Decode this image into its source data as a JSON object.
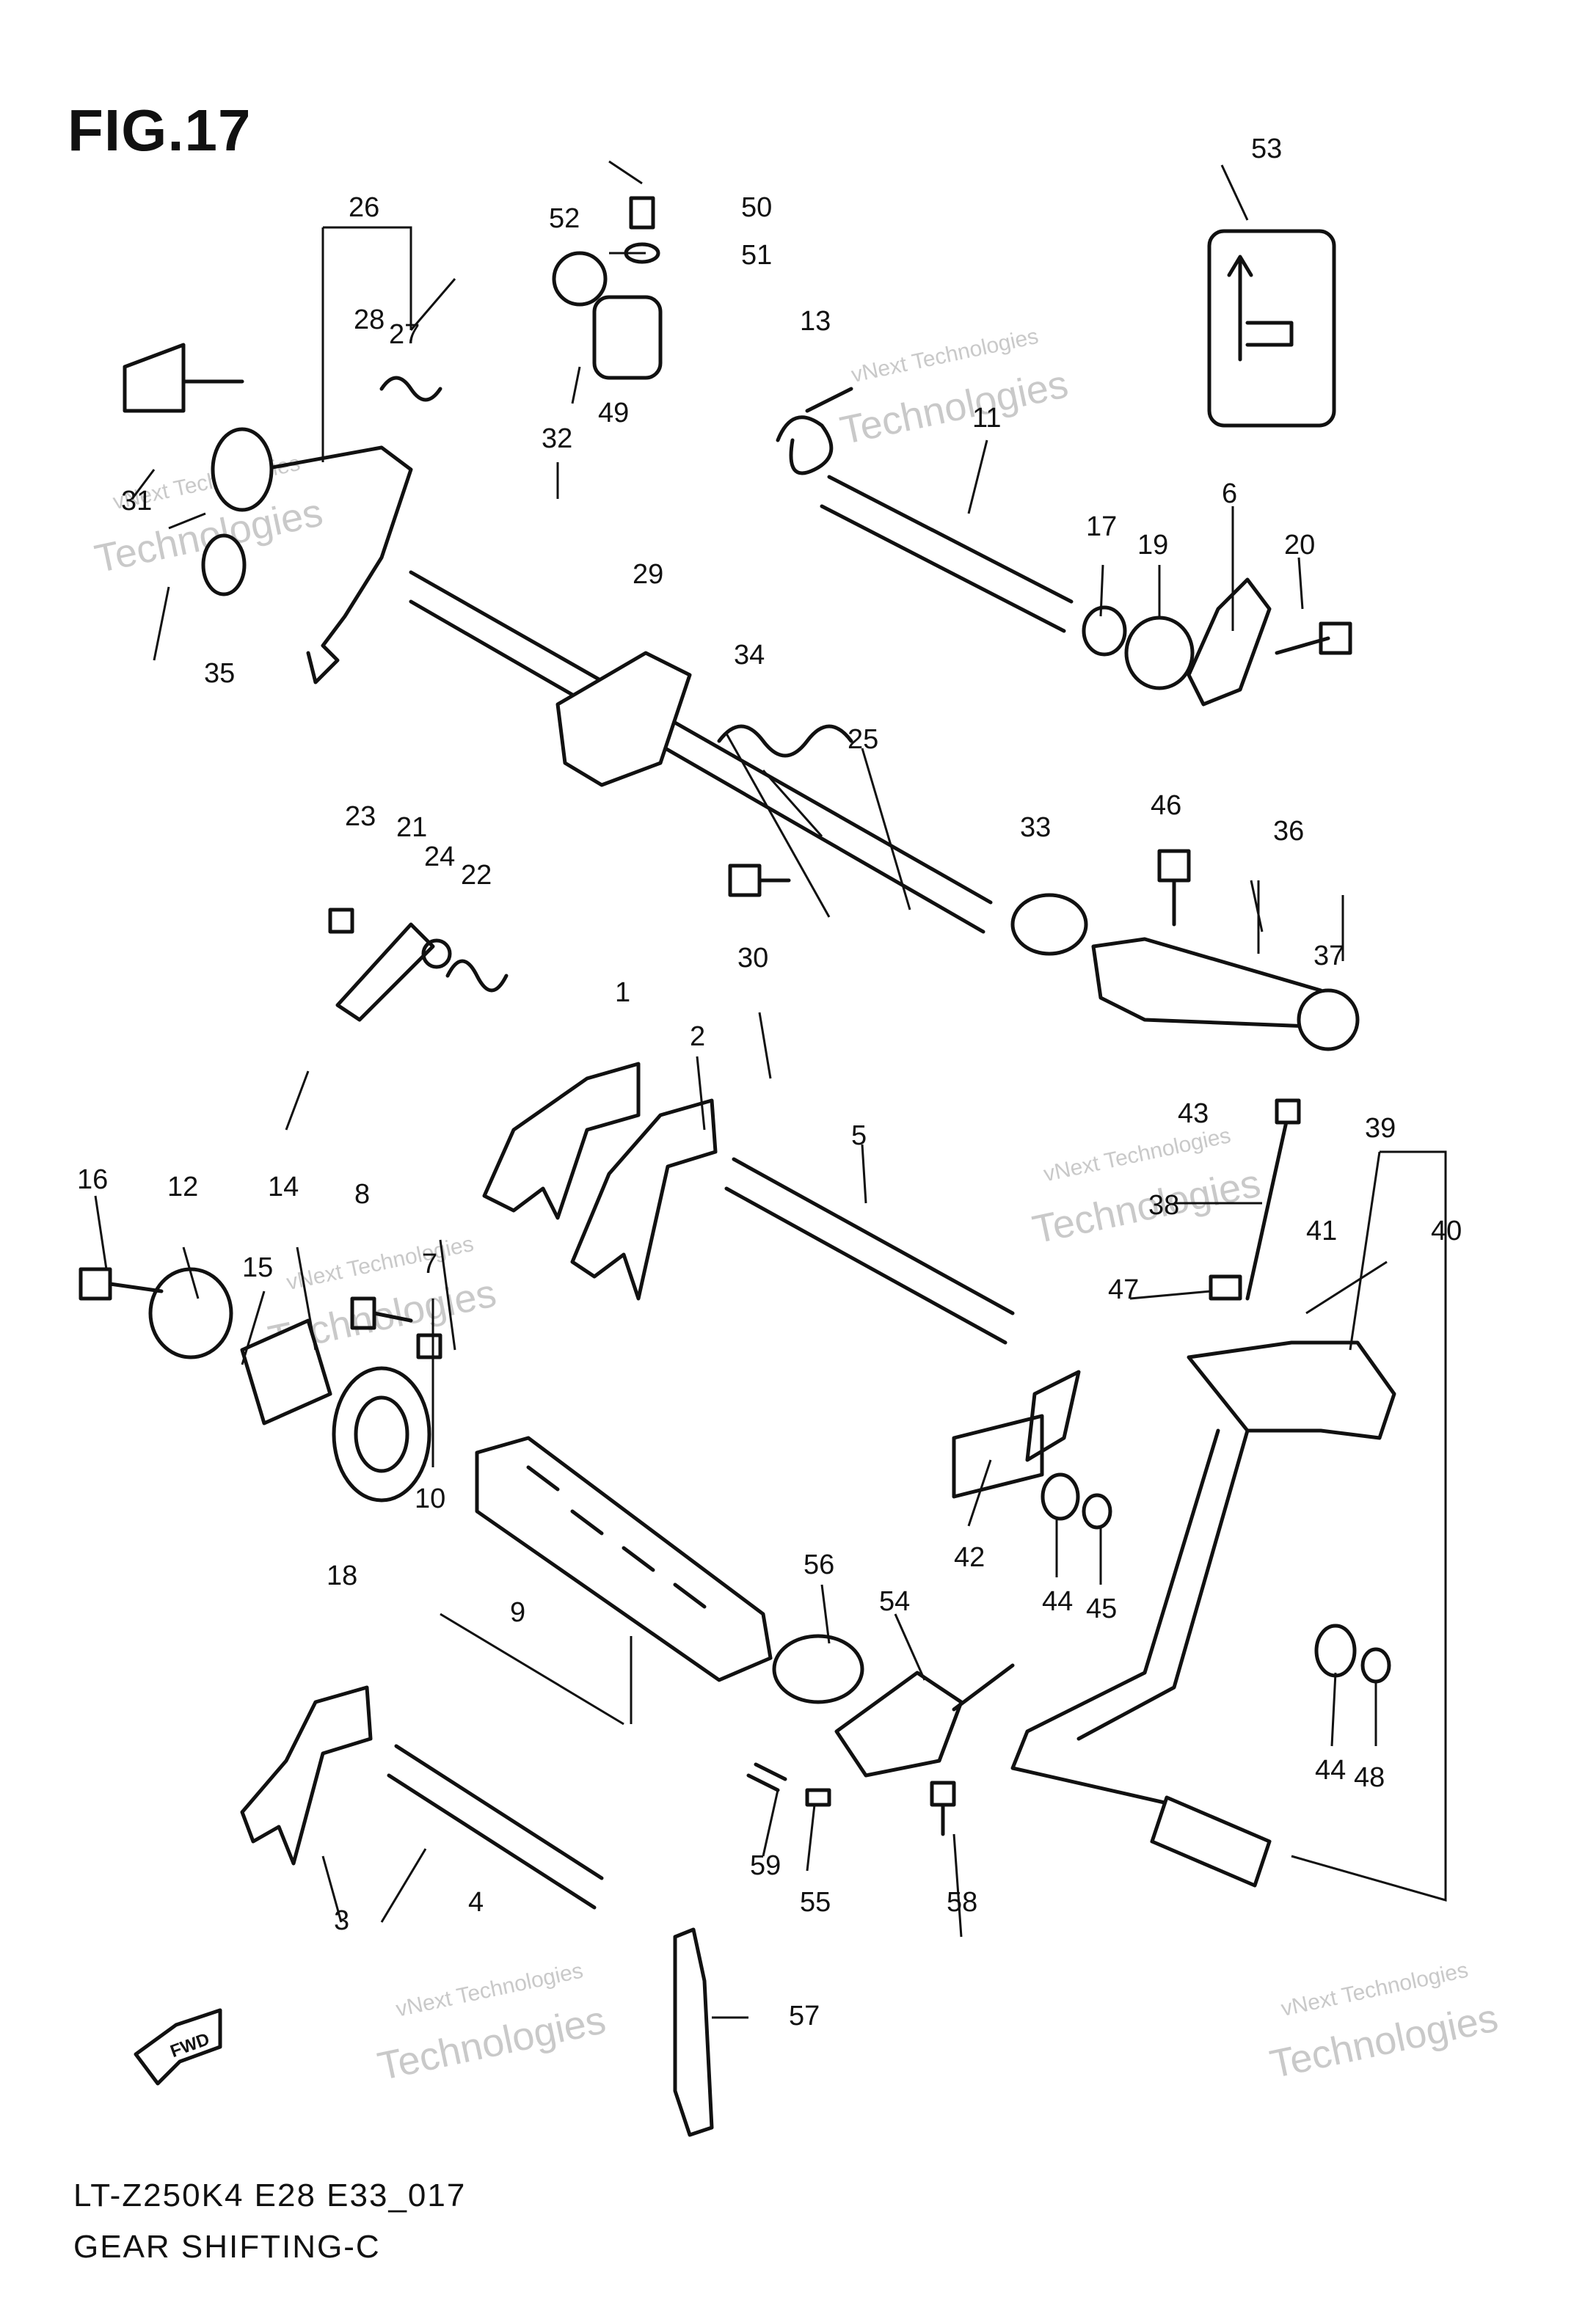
{
  "figure": {
    "title": "FIG.17",
    "footer_code": "LT-Z250K4 E28 E33_017",
    "footer_name": "GEAR SHIFTING-C",
    "fwd_label": "FWD"
  },
  "watermark": {
    "line1": "vNext Technologies",
    "line2": "vNext",
    "line3": "Technologies"
  },
  "callouts": {
    "c1": "1",
    "c2": "2",
    "c3": "3",
    "c4": "4",
    "c5": "5",
    "c6": "6",
    "c7": "7",
    "c8": "8",
    "c9": "9",
    "c10": "10",
    "c11": "11",
    "c12": "12",
    "c13": "13",
    "c14": "14",
    "c15": "15",
    "c16": "16",
    "c17": "17",
    "c18": "18",
    "c19": "19",
    "c20": "20",
    "c21": "21",
    "c22": "22",
    "c23": "23",
    "c24": "24",
    "c25": "25",
    "c26": "26",
    "c27": "27",
    "c28": "28",
    "c29": "29",
    "c30": "30",
    "c31": "31",
    "c32": "32",
    "c33": "33",
    "c34": "34",
    "c35": "35",
    "c36": "36",
    "c37": "37",
    "c38": "38",
    "c39": "39",
    "c40": "40",
    "c41": "41",
    "c42": "42",
    "c43": "43",
    "c44a": "44",
    "c44b": "44",
    "c45": "45",
    "c46": "46",
    "c47": "47",
    "c48": "48",
    "c49": "49",
    "c50": "50",
    "c51": "51",
    "c52": "52",
    "c53": "53",
    "c54": "54",
    "c55": "55",
    "c56": "56",
    "c57": "57",
    "c58": "58",
    "c59": "59"
  },
  "colors": {
    "ink": "#111111",
    "watermark": "#c9c9c9",
    "background": "#ffffff"
  }
}
